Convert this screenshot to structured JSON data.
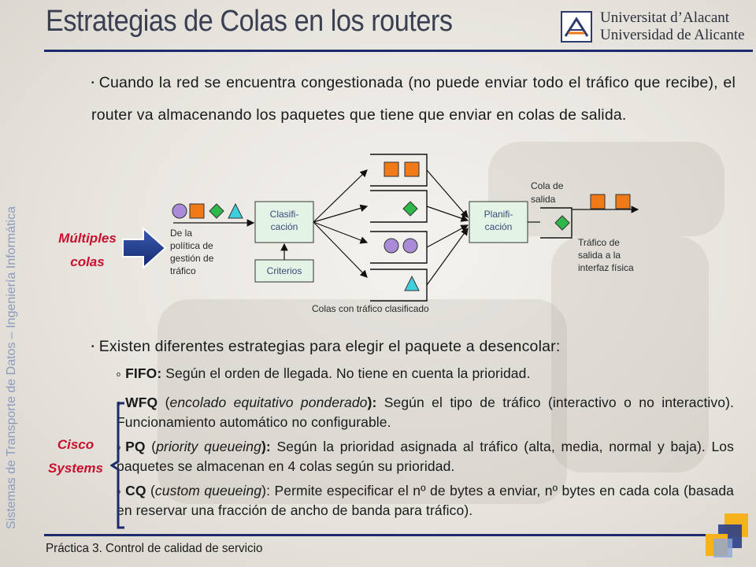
{
  "header": {
    "title": "Estrategias de Colas en los routers",
    "logo_line1": "Universitat d’Alacant",
    "logo_line2": "Universidad de Alicante"
  },
  "sidebar": {
    "vertical_text": "Sistemas de Transporte de Datos – Ingeniería Informática"
  },
  "intro": {
    "bullet": "•",
    "text": "Cuando la red se encuentra congestionada (no puede enviar todo el tráfico que recibe), el router va almacenando los paquetes que tiene que enviar en colas de salida."
  },
  "side_labels": {
    "multiple_line1": "Múltiples",
    "multiple_line2": "colas",
    "cisco_line1": "Cisco",
    "cisco_line2": "Systems"
  },
  "diagram": {
    "input_label": [
      "De la",
      "política de",
      "gestión de",
      "tráfico"
    ],
    "classify_box": [
      "Clasifi-",
      "cación"
    ],
    "criteria_box": "Criterios",
    "scheduler_box": [
      "Planifi-",
      "cación"
    ],
    "output_queue_label": [
      "Cola de",
      "salida"
    ],
    "output_label": [
      "Tráfico de",
      "salida a la",
      "interfaz física"
    ],
    "queues_caption": "Colas con tráfico clasificado",
    "colors": {
      "orange": "#f07a18",
      "green": "#2fb84a",
      "purple": "#a98bd8",
      "cyan": "#3fd0e0",
      "box_fill": "#e3f4e6"
    }
  },
  "strategies": {
    "bullet": "•",
    "intro": "Existen diferentes estrategias para elegir el paquete a desencolar:",
    "marker": "o",
    "fifo": {
      "name": "FIFO:",
      "text": " Según el orden de llegada. No tiene en cuenta la prioridad."
    },
    "wfq": {
      "name": "WFQ",
      "open": " (",
      "expansion": "encolado equitativo ponderado",
      "close": "): ",
      "text": "Según el tipo de tráfico (interactivo o no interactivo). Funcionamiento automático no configurable."
    },
    "pq": {
      "name": "PQ",
      "open": " (",
      "expansion": "priority queueing",
      "close": "): ",
      "text": "Según la prioridad asignada al tráfico (alta, media, normal y baja). Los paquetes se almacenan en 4 colas según su prioridad."
    },
    "cq": {
      "name": "CQ",
      "open": " (",
      "expansion": "custom queueing",
      "close": "): ",
      "text": "Permite especificar el nº de bytes a enviar, nº bytes en cada cola (basada en reservar una fracción de ancho de banda para tráfico)."
    }
  },
  "footer": {
    "text": "Práctica 3. Control de calidad de servicio"
  },
  "colors": {
    "accent": "#1d2a6b",
    "red": "#c8102e",
    "arrow": "#1d3a8a"
  }
}
